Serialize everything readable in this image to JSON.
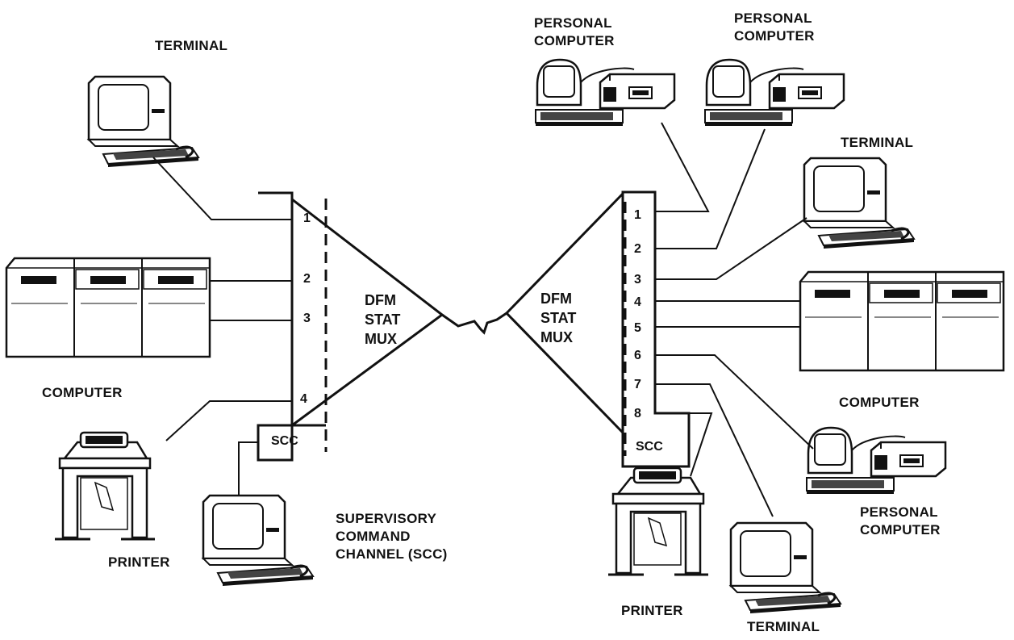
{
  "left_mux": {
    "label_lines": [
      "DFM",
      "STAT",
      "MUX"
    ],
    "ports": [
      "1",
      "2",
      "3",
      "4"
    ],
    "scc_label": "SCC"
  },
  "right_mux": {
    "label_lines": [
      "DFM",
      "STAT",
      "MUX"
    ],
    "ports": [
      "1",
      "2",
      "3",
      "4",
      "5",
      "6",
      "7",
      "8"
    ],
    "scc_label": "SCC"
  },
  "devices": {
    "left_terminal": "TERMINAL",
    "left_computer": "COMPUTER",
    "left_printer": "PRINTER",
    "scc_terminal_lines": [
      "SUPERVISORY",
      "COMMAND",
      "CHANNEL (SCC)"
    ],
    "right_pc1_lines": [
      "PERSONAL",
      "COMPUTER"
    ],
    "right_pc2_lines": [
      "PERSONAL",
      "COMPUTER"
    ],
    "right_terminal_top": "TERMINAL",
    "right_computer": "COMPUTER",
    "right_pc3_lines": [
      "PERSONAL",
      "COMPUTER"
    ],
    "right_printer": "PRINTER",
    "right_terminal_bottom": "TERMINAL"
  }
}
